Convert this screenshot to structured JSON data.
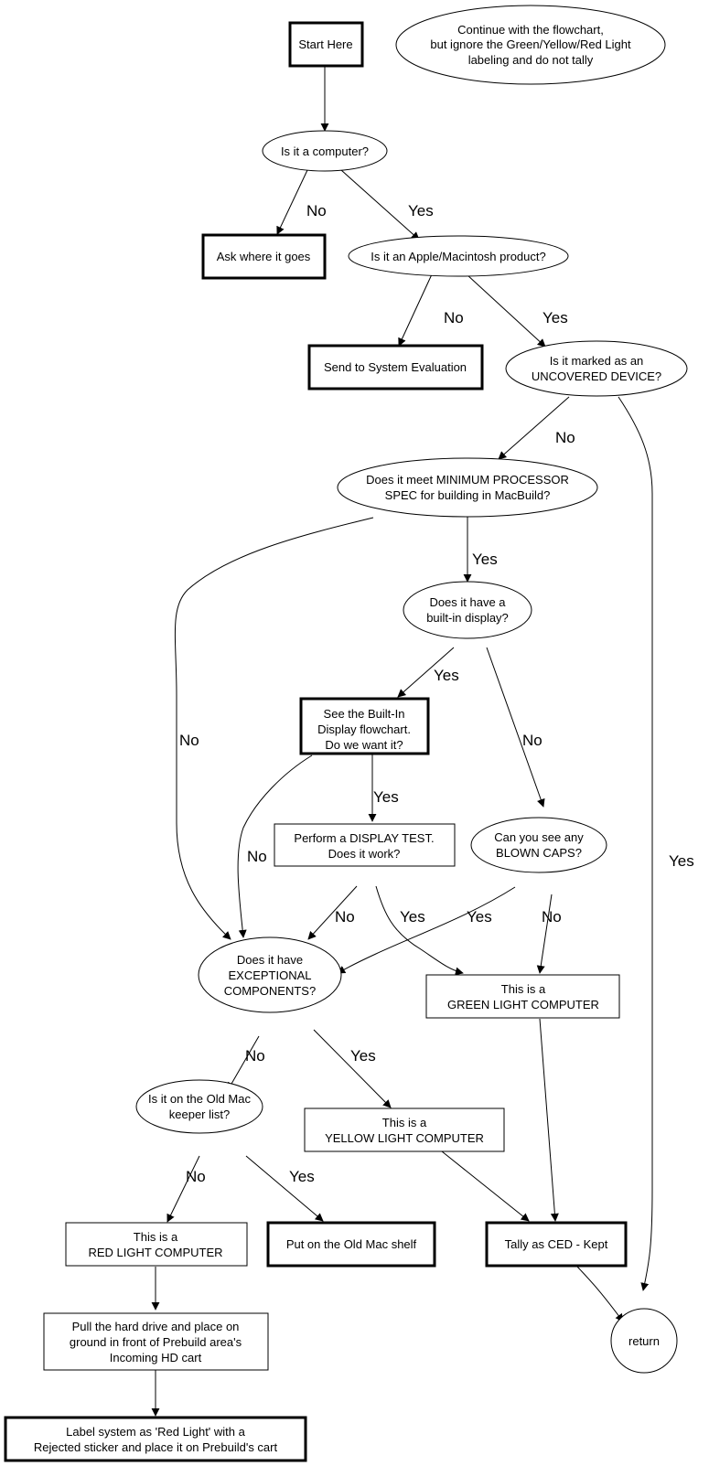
{
  "diagram": {
    "type": "flowchart",
    "nodes": {
      "start": {
        "lines": [
          "Start Here"
        ]
      },
      "note": {
        "lines": [
          "Continue with the flowchart,",
          "but ignore the Green/Yellow/Red Light",
          "labeling and do not tally"
        ]
      },
      "is_computer": {
        "lines": [
          "Is it a computer?"
        ]
      },
      "ask_where": {
        "lines": [
          "Ask where it goes"
        ]
      },
      "is_apple": {
        "lines": [
          "Is it an Apple/Macintosh product?"
        ]
      },
      "send_eval": {
        "lines": [
          "Send to System Evaluation"
        ]
      },
      "uncovered": {
        "lines": [
          "Is it marked as an",
          "UNCOVERED DEVICE?"
        ]
      },
      "min_spec": {
        "lines": [
          "Does it meet MINIMUM PROCESSOR",
          "SPEC for building in MacBuild?"
        ]
      },
      "built_in_display": {
        "lines": [
          "Does it have a",
          "built-in display?"
        ]
      },
      "see_builtin": {
        "lines": [
          "See the Built-In",
          "Display flowchart.",
          "Do we want it?"
        ]
      },
      "display_test": {
        "lines": [
          "Perform a DISPLAY TEST.",
          "Does it work?"
        ]
      },
      "blown_caps": {
        "lines": [
          "Can you see any",
          "BLOWN CAPS?"
        ]
      },
      "exceptional": {
        "lines": [
          "Does it have",
          "EXCEPTIONAL",
          "COMPONENTS?"
        ]
      },
      "green": {
        "lines": [
          "This is a",
          "GREEN LIGHT COMPUTER"
        ]
      },
      "old_mac_list": {
        "lines": [
          "Is it on the Old Mac",
          "keeper list?"
        ]
      },
      "yellow": {
        "lines": [
          "This is a",
          "YELLOW LIGHT COMPUTER"
        ]
      },
      "red": {
        "lines": [
          "This is a",
          "RED LIGHT COMPUTER"
        ]
      },
      "old_mac_shelf": {
        "lines": [
          "Put on the Old Mac shelf"
        ]
      },
      "tally": {
        "lines": [
          "Tally as CED - Kept"
        ]
      },
      "pull_hd": {
        "lines": [
          "Pull the hard drive and place on",
          "ground in front of Prebuild area's",
          "Incoming HD cart"
        ]
      },
      "label_red": {
        "lines": [
          "Label system as 'Red Light' with a",
          "Rejected sticker and place it on Prebuild's cart"
        ]
      },
      "return": {
        "lines": [
          "return"
        ]
      }
    },
    "edges": [
      {
        "from": "start",
        "to": "is_computer",
        "label": ""
      },
      {
        "from": "is_computer",
        "to": "ask_where",
        "label": "No"
      },
      {
        "from": "is_computer",
        "to": "is_apple",
        "label": "Yes"
      },
      {
        "from": "is_apple",
        "to": "send_eval",
        "label": "No"
      },
      {
        "from": "is_apple",
        "to": "uncovered",
        "label": "Yes"
      },
      {
        "from": "uncovered",
        "to": "min_spec",
        "label": "No"
      },
      {
        "from": "uncovered",
        "to": "return",
        "label": "Yes"
      },
      {
        "from": "min_spec",
        "to": "built_in_display",
        "label": "Yes"
      },
      {
        "from": "min_spec",
        "to": "exceptional",
        "label": "No"
      },
      {
        "from": "built_in_display",
        "to": "see_builtin",
        "label": "Yes"
      },
      {
        "from": "built_in_display",
        "to": "blown_caps",
        "label": "No"
      },
      {
        "from": "see_builtin",
        "to": "display_test",
        "label": "Yes"
      },
      {
        "from": "see_builtin",
        "to": "exceptional",
        "label": "No"
      },
      {
        "from": "display_test",
        "to": "exceptional",
        "label": "No"
      },
      {
        "from": "display_test",
        "to": "green",
        "label": "Yes"
      },
      {
        "from": "blown_caps",
        "to": "exceptional",
        "label": "Yes"
      },
      {
        "from": "blown_caps",
        "to": "green",
        "label": "No"
      },
      {
        "from": "exceptional",
        "to": "old_mac_list",
        "label": "No"
      },
      {
        "from": "exceptional",
        "to": "yellow",
        "label": "Yes"
      },
      {
        "from": "old_mac_list",
        "to": "red",
        "label": "No"
      },
      {
        "from": "old_mac_list",
        "to": "old_mac_shelf",
        "label": "Yes"
      },
      {
        "from": "yellow",
        "to": "tally",
        "label": ""
      },
      {
        "from": "green",
        "to": "tally",
        "label": ""
      },
      {
        "from": "tally",
        "to": "return",
        "label": ""
      },
      {
        "from": "red",
        "to": "pull_hd",
        "label": ""
      },
      {
        "from": "pull_hd",
        "to": "label_red",
        "label": ""
      }
    ]
  }
}
